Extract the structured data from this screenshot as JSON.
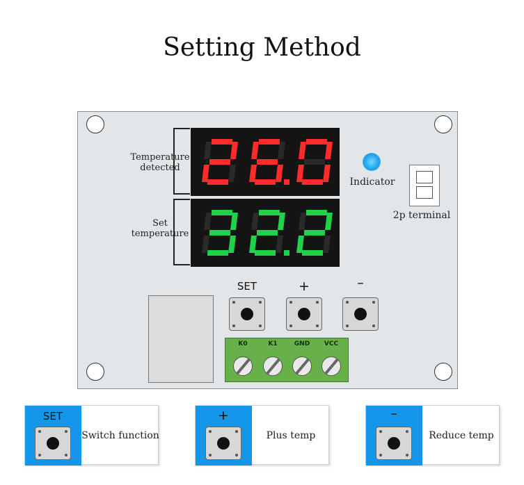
{
  "title": "Setting Method",
  "labels": {
    "temp_detected": [
      "Temperature",
      "detected"
    ],
    "set_temp": [
      "Set",
      "temperature"
    ],
    "indicator": "Indicator",
    "terminal_2p": "2p terminal"
  },
  "displays": {
    "top": {
      "value": "26.0",
      "color": "#ff2a2a"
    },
    "bottom": {
      "value": "32.2",
      "color": "#1fd24a"
    }
  },
  "buttons": [
    {
      "label": "SET"
    },
    {
      "label": "+"
    },
    {
      "label": "–"
    }
  ],
  "terminal_pins": [
    "K0",
    "K1",
    "GND",
    "VCC"
  ],
  "legend": [
    {
      "key": "SET",
      "desc": "Switch function"
    },
    {
      "key": "+",
      "desc": "Plus temp"
    },
    {
      "key": "–",
      "desc": "Reduce temp"
    }
  ],
  "colors": {
    "legend_blue": "#1497ea",
    "terminal_green": "#67b04a",
    "indicator_led": "#1aa0ea"
  }
}
